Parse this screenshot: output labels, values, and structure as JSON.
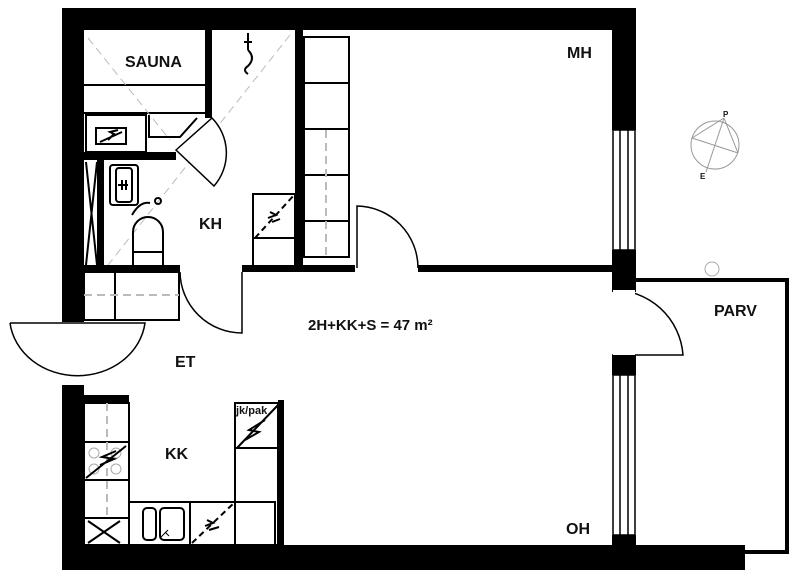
{
  "plan": {
    "summary": "2H+KK+S = 47 m²",
    "rooms": {
      "sauna": "SAUNA",
      "mh": "MH",
      "kh": "KH",
      "et": "ET",
      "parv": "PARV",
      "kk": "KK",
      "oh": "OH"
    },
    "fixture_label": "jk/pak",
    "compass": {
      "north": "P",
      "south": "E"
    }
  }
}
